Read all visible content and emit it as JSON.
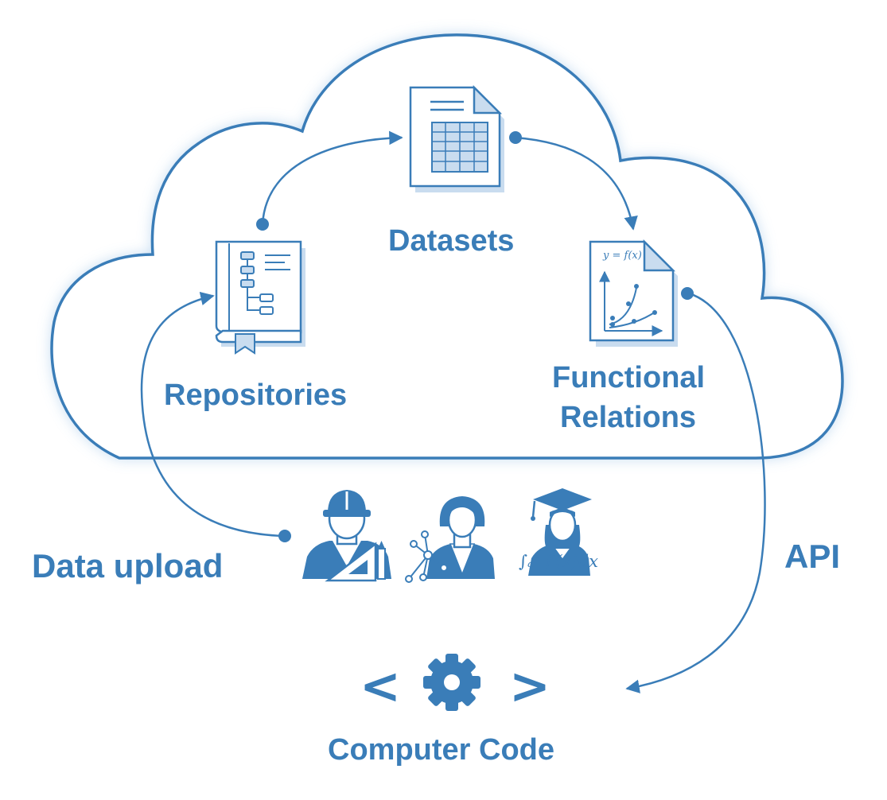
{
  "colors": {
    "primary": "#3a7db8",
    "fill_light": "#c9dcef",
    "glow": "#b8d4ee"
  },
  "nodes": {
    "datasets": {
      "label": "Datasets",
      "icon": "spreadsheet-document-icon"
    },
    "repositories": {
      "label": "Repositories",
      "icon": "book-repository-icon"
    },
    "functional_relations": {
      "line1": "Functional",
      "line2": "Relations",
      "icon": "function-graph-document-icon",
      "graph_label": "y = f(x)"
    }
  },
  "flows": {
    "data_upload": "Data upload",
    "api": "API"
  },
  "users": {
    "icons": [
      "engineer-icon",
      "scientist-icon",
      "graduate-icon"
    ],
    "integral_label": "∫ₐᵇ f′(x)dx"
  },
  "computer_code": {
    "label": "Computer Code",
    "open_bracket": "<",
    "close_bracket": ">",
    "icon": "gear-icon"
  }
}
